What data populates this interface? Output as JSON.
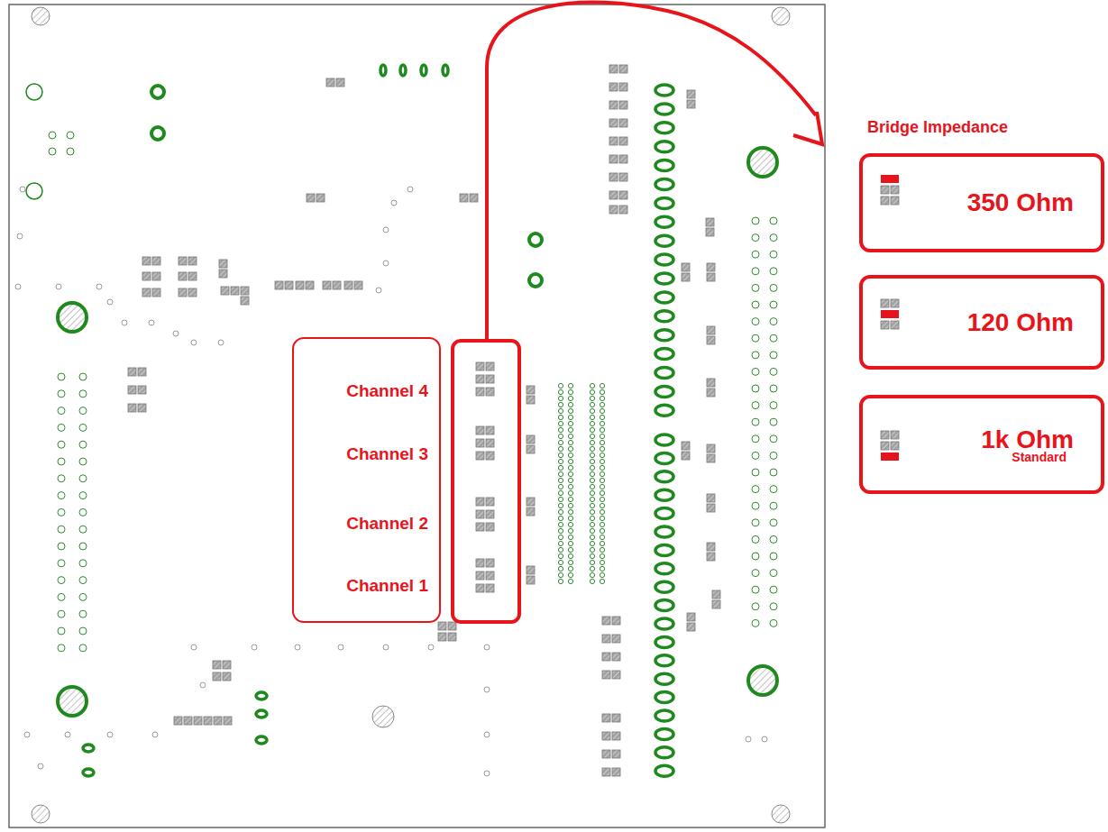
{
  "diagram": {
    "nodes": [
      {
        "text": [
          "Channel 4",
          "Channel 3",
          "Channel 2",
          "Channel 1"
        ]
      },
      {
        "text": [
          "350 Ohm"
        ]
      },
      {
        "text": [
          "120 Ohm"
        ]
      },
      {
        "text": [
          "1k Ohm",
          "Standard"
        ]
      }
    ],
    "labels": [
      "Bridge Impedance"
    ]
  }
}
